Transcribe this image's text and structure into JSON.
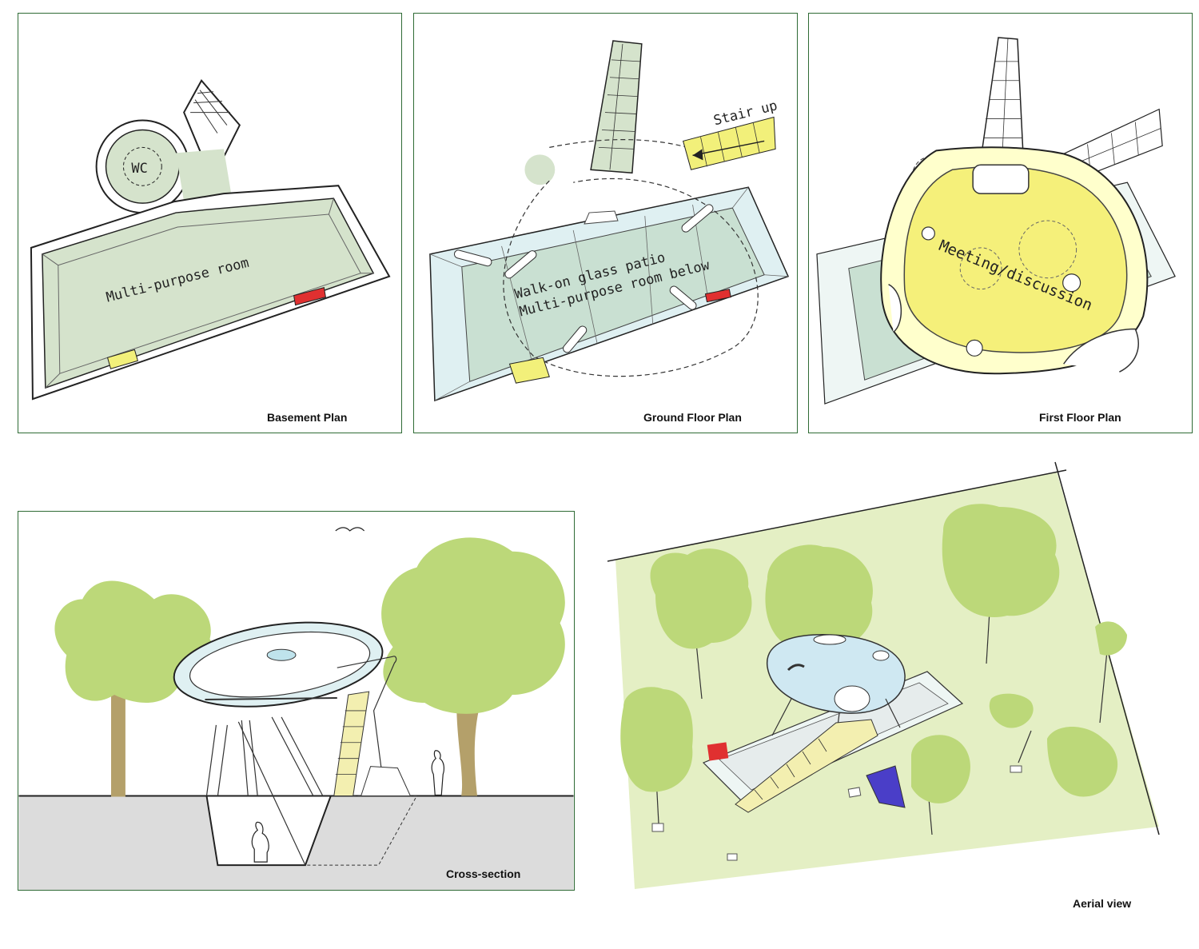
{
  "panels": {
    "basement": {
      "caption": "Basement Plan",
      "labels": {
        "wc": "WC",
        "room": "Multi-purpose room"
      }
    },
    "ground": {
      "caption": "Ground Floor Plan",
      "labels": {
        "stair": "Stair up",
        "patio": "Walk-on glass patio",
        "below": "Multi-purpose room below"
      }
    },
    "first": {
      "caption": "First Floor Plan",
      "labels": {
        "meeting": "Meeting/discussion"
      }
    },
    "section": {
      "caption": "Cross-section"
    },
    "aerial": {
      "caption": "Aerial view"
    }
  },
  "colors": {
    "border": "#2f6b35",
    "room_green": "#d5e3cc",
    "glass": "#dff0f2",
    "yellow": "#f2f07a",
    "tree": "#bcd879",
    "trunk": "#b4a06a",
    "ground": "#dcdcdc",
    "red": "#e03030",
    "blue": "#4a3ec8"
  }
}
